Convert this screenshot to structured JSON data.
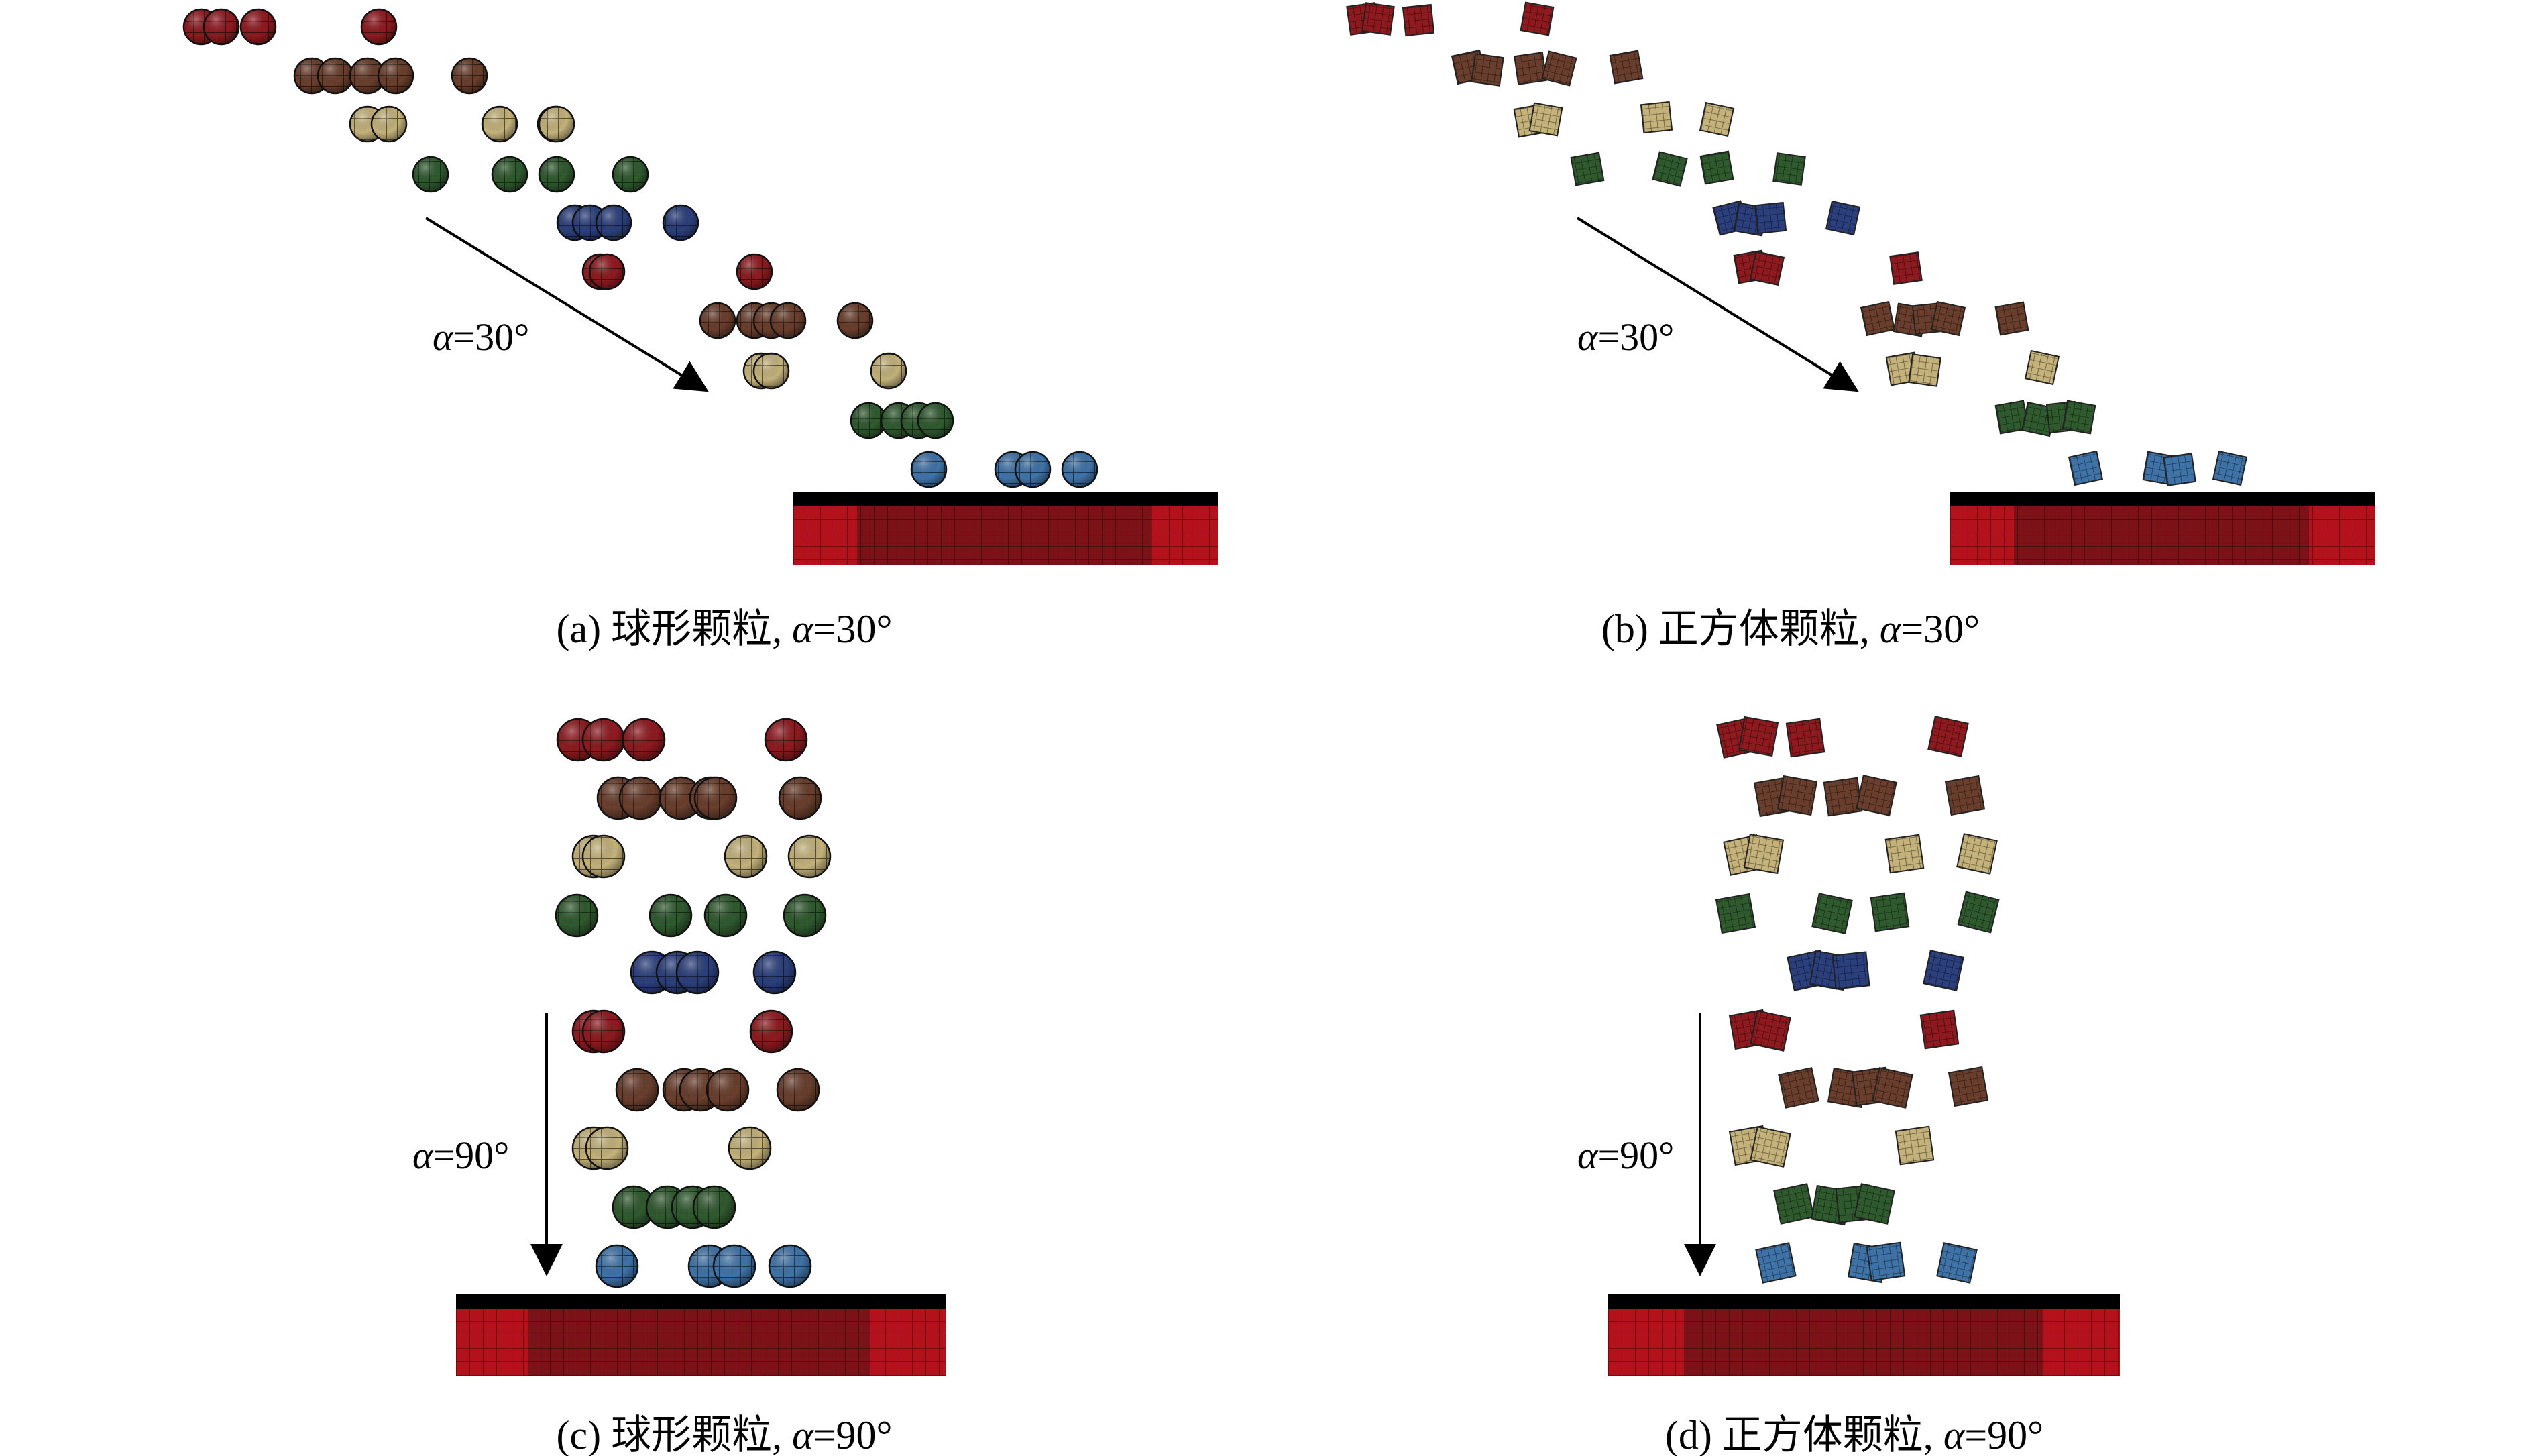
{
  "panels": [
    {
      "id": "a",
      "shape": "sphere",
      "label": "(a) 球形颗粒, ",
      "alpha_symbol": "α",
      "alpha_value": "=30°",
      "angle_symbol": "α",
      "angle_value": "=30°"
    },
    {
      "id": "b",
      "shape": "cube",
      "label": "(b) 正方体颗粒, ",
      "alpha_symbol": "α",
      "alpha_value": "=30°",
      "angle_symbol": "α",
      "angle_value": "=30°"
    },
    {
      "id": "c",
      "shape": "sphere",
      "label": "(c) 球形颗粒, ",
      "alpha_symbol": "α",
      "alpha_value": "=90°",
      "angle_symbol": "α",
      "angle_value": "=90°"
    },
    {
      "id": "d",
      "shape": "cube",
      "label": "(d) 正方体颗粒, ",
      "alpha_symbol": "α",
      "alpha_value": "=90°",
      "angle_symbol": "α",
      "angle_value": "=90°"
    }
  ],
  "colors": {
    "red": "#8e1a1f",
    "brown": "#6a3e2c",
    "tan": "#c4b27a",
    "green": "#2f5a2e",
    "navy": "#2b3f7d",
    "blue": "#3f73a8",
    "target_red": "#b3111c",
    "target_dark": "#7a1217",
    "target_top": "#000000"
  }
}
